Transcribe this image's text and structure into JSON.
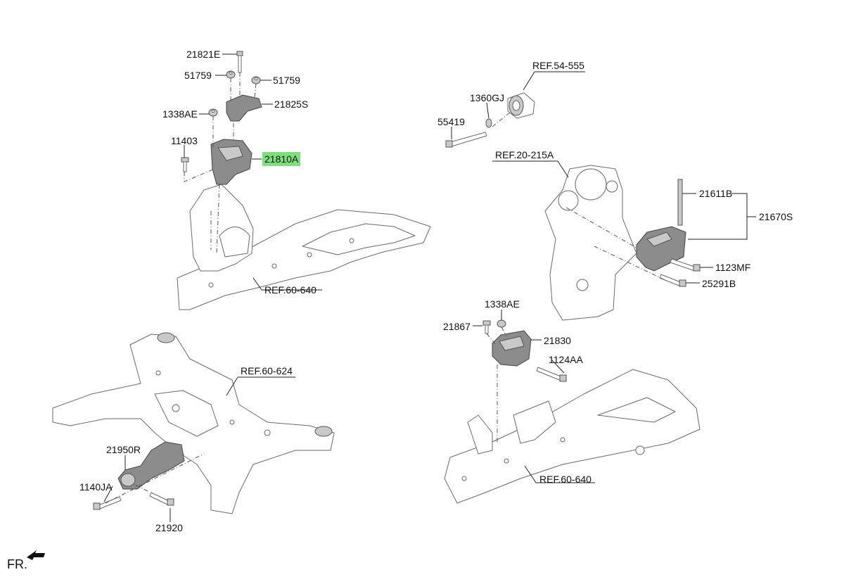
{
  "labels": {
    "p21821E": "21821E",
    "p51759a": "51759",
    "p51759b": "51759",
    "p21825S": "21825S",
    "p1338AEa": "1338AE",
    "p11403": "11403",
    "p21810A": "21810A",
    "ref60640a": "REF.60-640",
    "ref54555": "REF.54-555",
    "p1360GJ": "1360GJ",
    "p55419": "55419",
    "ref20215A": "REF.20-215A",
    "p21611B": "21611B",
    "p21670S": "21670S",
    "p1123MF": "1123MF",
    "p25291B": "25291B",
    "p1338AEb": "1338AE",
    "p21867": "21867",
    "p21830": "21830",
    "p1124AA": "1124AA",
    "ref60624": "REF.60-624",
    "p21950R": "21950R",
    "p1140JA": "1140JA",
    "p21920": "21920",
    "ref60640b": "REF.60-640",
    "fr": "FR."
  },
  "highlight_color": "#7ee07a"
}
